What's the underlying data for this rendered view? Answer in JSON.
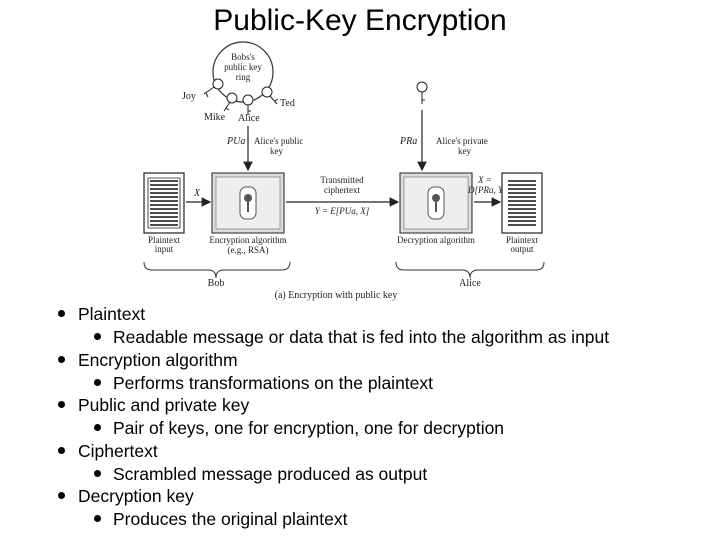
{
  "slide": {
    "title": "Public-Key Encryption"
  },
  "diagram": {
    "key_ring": "Bobs's public key ring",
    "names": [
      "Joy",
      "Mike",
      "Alice",
      "Ted"
    ],
    "pu_label": "PUa",
    "alice_public_key": "Alice's public key",
    "pr_label": "PRa",
    "alice_private_key": "Alice's private key",
    "x_label": "X",
    "transmitted": "Transmitted ciphertext",
    "y_expr": "Y = E[PUa, X]",
    "x_out": "X =",
    "d_expr": "D[PRa, Y]",
    "plaintext_input": "Plaintext input",
    "encryption_algorithm": "Encryption algorithm (e.g., RSA)",
    "decryption_algorithm": "Decryption algorithm",
    "plaintext_output": "Plaintext output",
    "bob": "Bob",
    "alice": "Alice",
    "caption": "(a) Encryption with public key"
  },
  "bullets": [
    {
      "main": "Plaintext",
      "sub": "Readable message or data that is fed into the algorithm as input"
    },
    {
      "main": "Encryption algorithm",
      "sub": "Performs transformations on the plaintext"
    },
    {
      "main": "Public and private key",
      "sub": "Pair of keys, one for encryption, one for decryption"
    },
    {
      "main": "Ciphertext",
      "sub": "Scrambled message produced as output"
    },
    {
      "main": "Decryption key",
      "sub": "Produces the original plaintext"
    }
  ]
}
